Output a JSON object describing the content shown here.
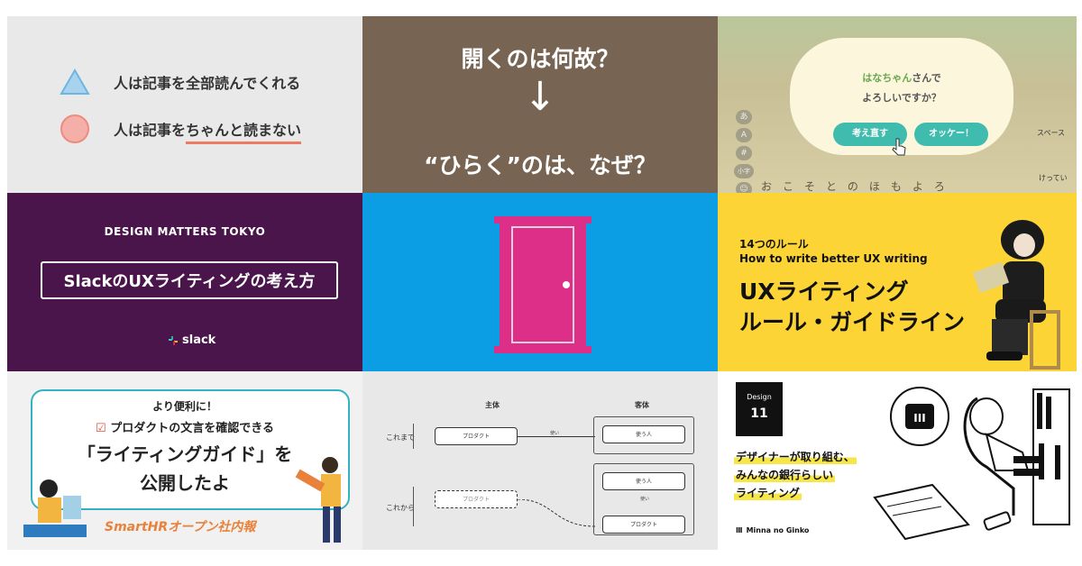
{
  "tiles": {
    "t1": {
      "line1": "人は記事を全部読んでくれる",
      "line2_prefix": "人は記事を",
      "line2_underlined": "ちゃんと読まない",
      "colors": {
        "triangle": "#6fb5e2",
        "circle": "#f2a8a1",
        "underline": "#ef7a63"
      }
    },
    "t2": {
      "top": "開くのは何故？",
      "arrow": "↓",
      "bottom": "“ひらく”のは、なぜ？"
    },
    "t3": {
      "name_highlight": "はなちゃん",
      "name_suffix": "さんで",
      "question": "よろしいですか？",
      "btn_rethink": "考え直す",
      "btn_ok": "オッケー！",
      "keys_left": [
        "あ",
        "A",
        "#",
        "小字",
        "☺"
      ],
      "row_chars": "おこそとのほもよろ",
      "right_labels": [
        "スペース",
        "けってい"
      ]
    },
    "t4": {
      "title": "DESIGN MATTERS TOKYO",
      "box_text": "SlackのUXライティングの考え方",
      "logo": "slack",
      "colors": {
        "bg": "#4a154b"
      }
    },
    "t5": {
      "colors": {
        "bg": "#0b9ee4",
        "door": "#dd2f88"
      }
    },
    "t6": {
      "line1": "14つのルール",
      "line2": "How to write better UX writing",
      "big1": "UXライティング",
      "big2": "ルール・ガイドライン"
    },
    "t7": {
      "tag": "より便利に！",
      "line1": "プロダクトの文言を確認できる",
      "line2": "「ライティングガイド」を",
      "line3": "公開したよ",
      "logo": "SmartHRオープン社内報"
    },
    "t8": {
      "head_subject": "主体",
      "head_object": "客体",
      "row1_label": "これまで",
      "row2_label": "これから",
      "product": "プロダクト",
      "user": "使う人",
      "uses": "使い"
    },
    "t9": {
      "badge_label": "Design",
      "badge_num": "11",
      "line1": "デザイナーが取り組む、",
      "line2": "みんなの銀行らしい",
      "line3": "ライティング",
      "footer": "Minna no Ginko",
      "icon_label": "III"
    }
  }
}
